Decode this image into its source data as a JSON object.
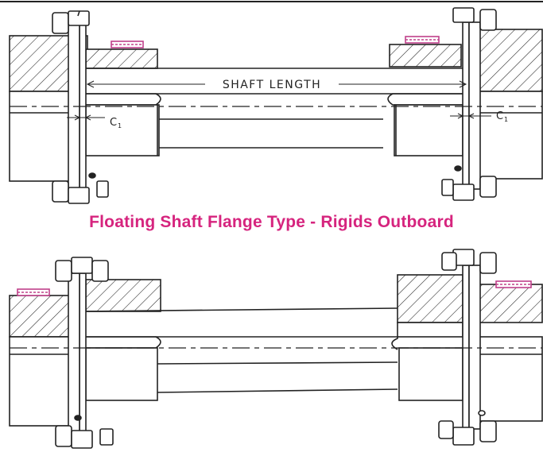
{
  "labels": {
    "shaft_length": "SHAFT LENGTH",
    "clearance_left": "C",
    "clearance_left_sub": "1",
    "clearance_right": "C",
    "clearance_right_sub": "1",
    "caption": "Floating Shaft Flange Type - Rigids Outboard"
  },
  "colors": {
    "caption": "#d6247e",
    "line": "#222222",
    "seal": "#c0408a",
    "background": "#ffffff"
  }
}
